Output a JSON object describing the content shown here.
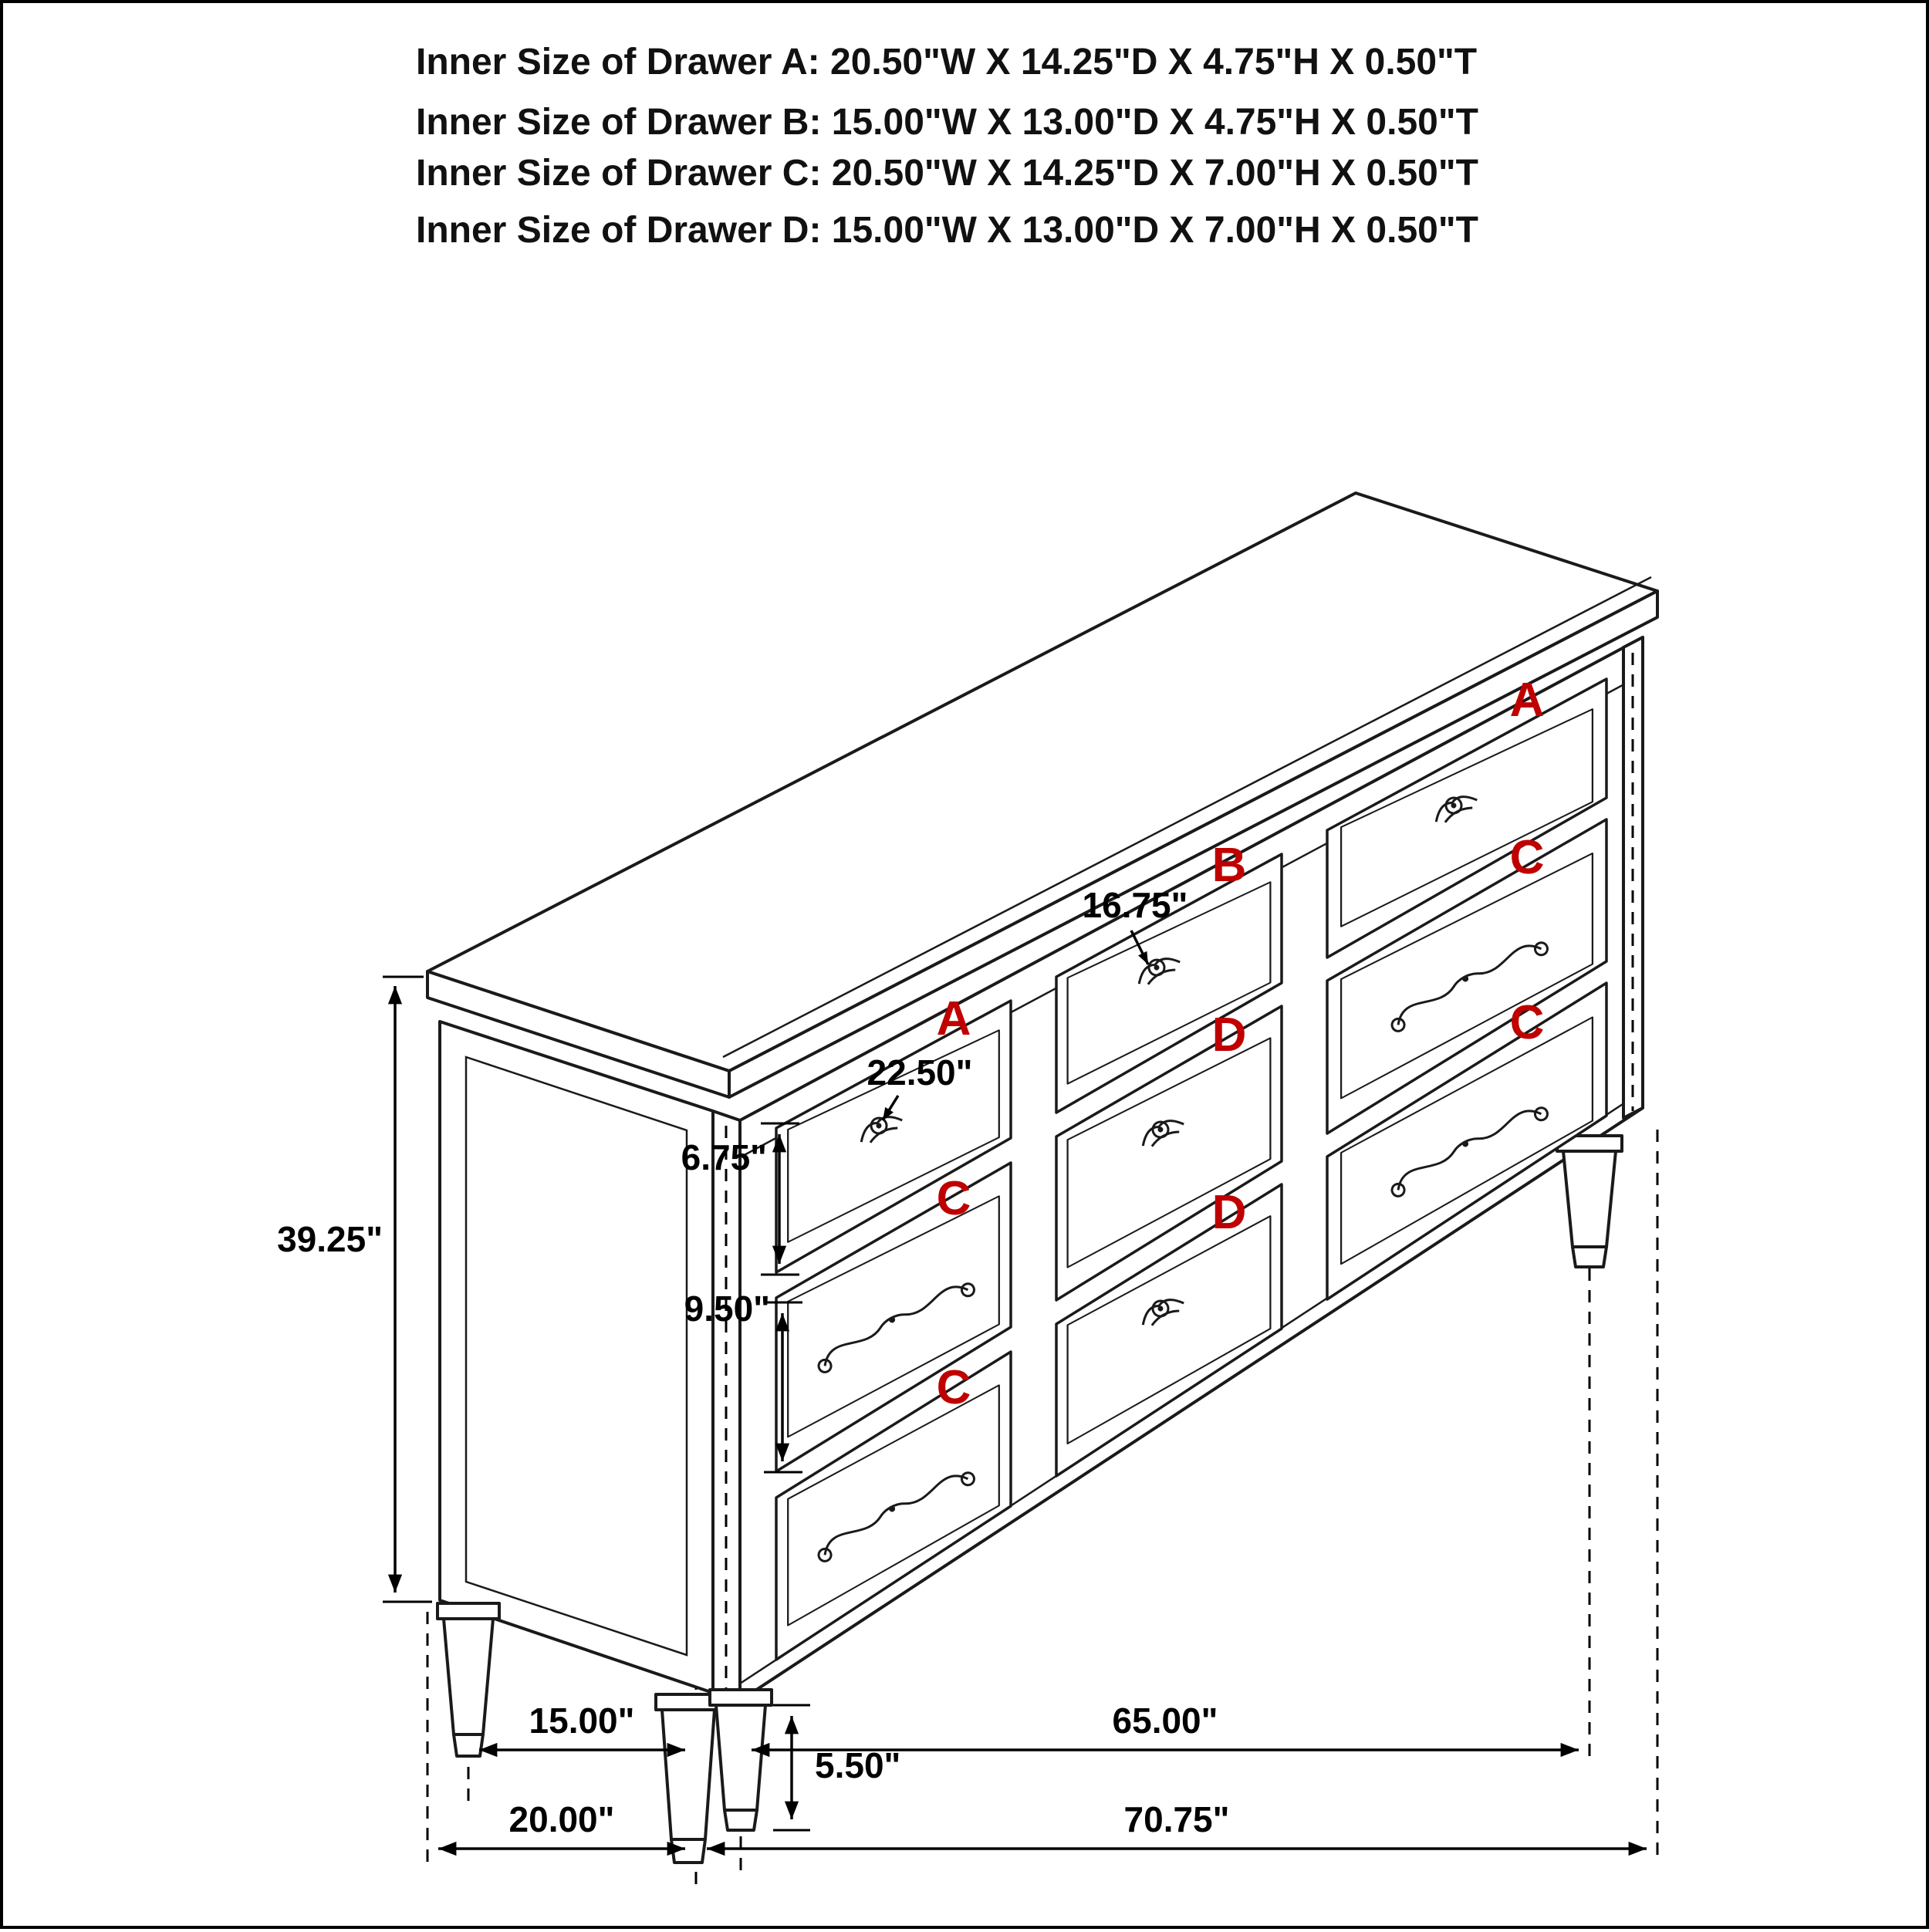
{
  "header": {
    "lines": [
      "Inner Size of Drawer A: 20.50\"W X 14.25\"D X 4.75\"H X 0.50\"T",
      "Inner Size of Drawer B: 15.00\"W X 13.00\"D X 4.75\"H X 0.50\"T",
      "Inner Size of Drawer C: 20.50\"W X 14.25\"D X 7.00\"H X 0.50\"T",
      "Inner Size of Drawer D: 15.00\"W X 13.00\"D X 7.00\"H X 0.50\"T"
    ]
  },
  "diagram": {
    "type": "isometric-dresser-dimension-drawing",
    "label_color": "#c00000",
    "line_color": "#1a1a1a",
    "drawer_grid": {
      "near_column": [
        "A",
        "C",
        "C"
      ],
      "middle_column": [
        "B",
        "D",
        "D"
      ],
      "far_column": [
        "A",
        "C",
        "C"
      ]
    },
    "dimensions": {
      "overall_height": "39.25\"",
      "middle_drawer_width": "16.75\"",
      "side_drawer_width": "22.50\"",
      "top_drawer_front_height": "6.75\"",
      "lower_drawer_front_height": "9.50\"",
      "leg_height": "5.50\"",
      "leg_depth": "15.00\"",
      "leg_span_width": "65.00\"",
      "overall_depth": "20.00\"",
      "overall_width": "70.75\""
    }
  }
}
